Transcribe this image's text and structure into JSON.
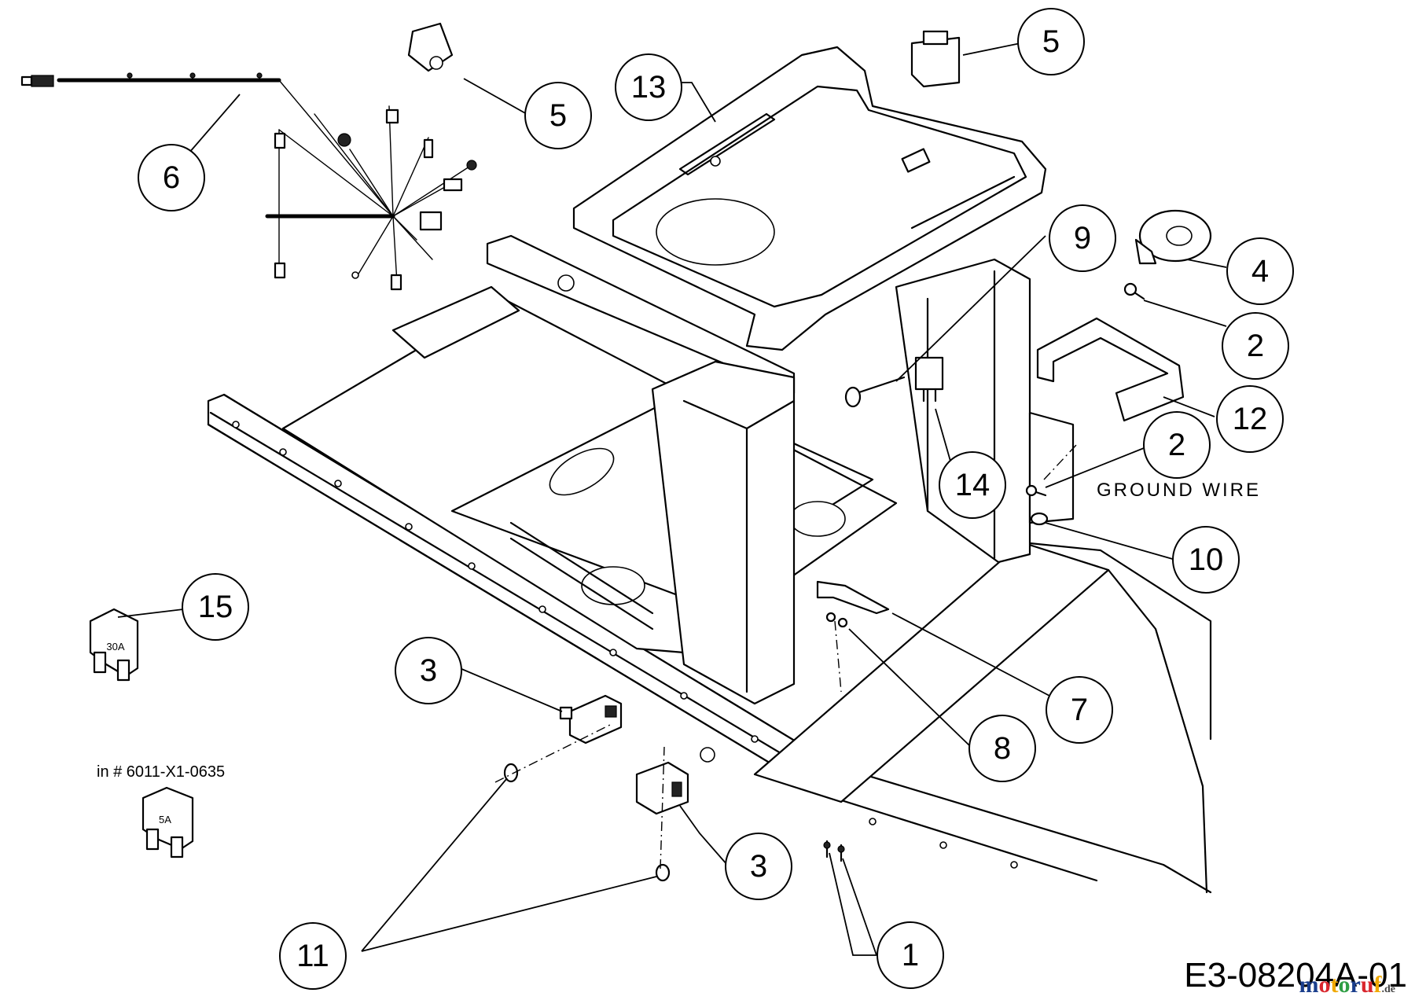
{
  "diagram": {
    "callouts": [
      "5",
      "13",
      "5",
      "6",
      "9",
      "4",
      "2",
      "2",
      "12",
      "14",
      "10",
      "15",
      "7",
      "3",
      "8",
      "3",
      "11",
      "1"
    ],
    "ground_wire_label": "GROUND WIRE",
    "note": "in # 6011-X1-0635",
    "fuses": [
      "30A",
      "5A"
    ],
    "drawing_code": "E3-08204A-01",
    "watermark": {
      "text": "motoruf",
      "suffix": ".de",
      "colors": [
        "#1a3e8c",
        "#d9272e",
        "#f0a800",
        "#2f9e44"
      ]
    }
  }
}
